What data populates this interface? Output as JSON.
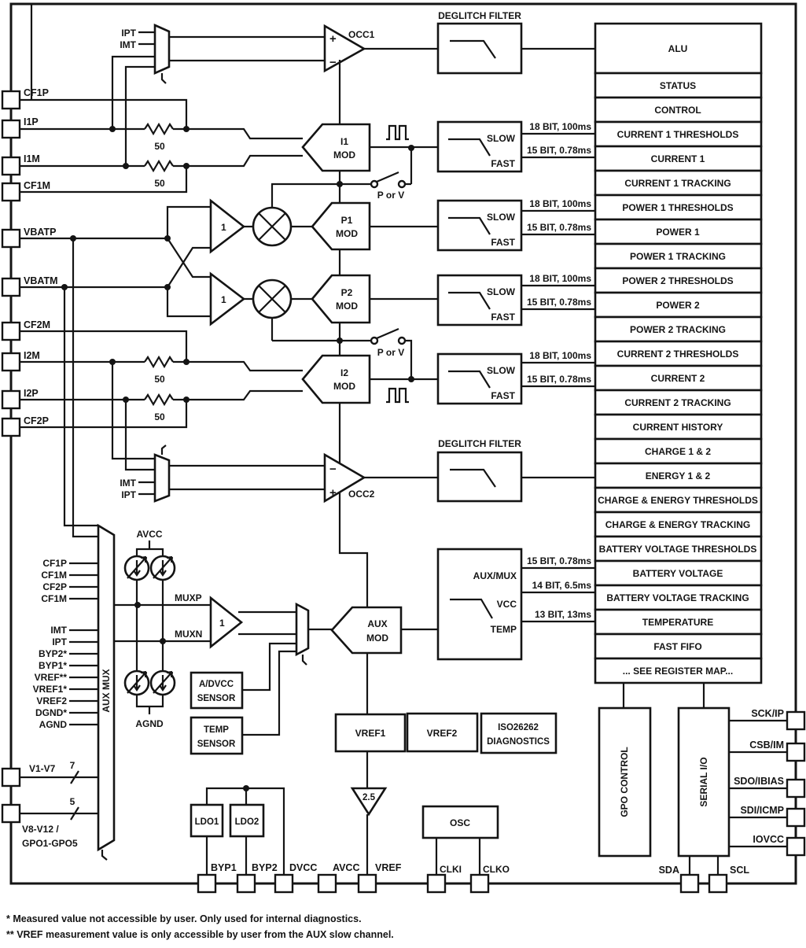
{
  "pins": {
    "left": [
      "CF1P",
      "I1P",
      "I1M",
      "CF1M",
      "VBATP",
      "VBATM",
      "CF2M",
      "I2M",
      "I2P",
      "CF2P"
    ],
    "v1": {
      "label": "V1-V7",
      "width": "7"
    },
    "v2": {
      "label": "V8-V12 /",
      "label2": "GPO1-GPO5",
      "width": "5"
    },
    "bottom": [
      "BYP1",
      "BYP2",
      "DVCC",
      "AVCC",
      "VREF",
      "CLKI",
      "CLKO",
      "SDA",
      "SCL"
    ],
    "right": [
      "SCK/IP",
      "CSB/IM",
      "SDO/IBIAS",
      "SDI/ICMP",
      "IOVCC"
    ]
  },
  "cmp": {
    "occ1": "OCC1",
    "occ2": "OCC2",
    "plus": "+",
    "minus": "−"
  },
  "mux": {
    "ipt": "IPT",
    "imt": "IMT",
    "aux": "AUX MUX"
  },
  "mods": {
    "i1": {
      "l1": "I1",
      "l2": "MOD"
    },
    "p1": {
      "l1": "P1",
      "l2": "MOD"
    },
    "p2": {
      "l1": "P2",
      "l2": "MOD"
    },
    "i2": {
      "l1": "I2",
      "l2": "MOD"
    },
    "aux": {
      "l1": "AUX",
      "l2": "MOD"
    }
  },
  "r50": "50",
  "gain": "1",
  "sw": "P or V",
  "deglitch": "DEGLITCH FILTER",
  "flt": {
    "slow": "SLOW",
    "fast": "FAST",
    "sr": "18 BIT, 100ms",
    "fr": "15 BIT, 0.78ms"
  },
  "aux_flt": {
    "p0": "AUX/MUX",
    "p1": "VCC",
    "p2": "TEMP",
    "r0": "15 BIT, 0.78ms",
    "r1": "14 BIT, 6.5ms",
    "r2": "13 BIT, 13ms"
  },
  "regs": [
    "ALU",
    "STATUS",
    "CONTROL",
    "CURRENT 1 THRESHOLDS",
    "CURRENT 1",
    "CURRENT 1 TRACKING",
    "POWER 1 THRESHOLDS",
    "POWER 1",
    "POWER 1 TRACKING",
    "POWER 2 THRESHOLDS",
    "POWER 2",
    "POWER 2 TRACKING",
    "CURRENT 2 THRESHOLDS",
    "CURRENT 2",
    "CURRENT 2 TRACKING",
    "CURRENT HISTORY",
    "CHARGE 1 & 2",
    "ENERGY 1 & 2",
    "CHARGE & ENERGY THRESHOLDS",
    "CHARGE & ENERGY TRACKING",
    "BATTERY VOLTAGE THRESHOLDS",
    "BATTERY VOLTAGE",
    "BATTERY VOLTAGE TRACKING",
    "TEMPERATURE",
    "FAST FIFO",
    "... SEE REGISTER MAP..."
  ],
  "amux": [
    "CF1P",
    "CF1M",
    "CF2P",
    "CF1M",
    "IMT",
    "IPT",
    "BYP2*",
    "BYP1*",
    "VREF**",
    "VREF1*",
    "VREF2",
    "DGND*",
    "AGND"
  ],
  "sup": {
    "avcc": "AVCC",
    "agnd": "AGND"
  },
  "mo": {
    "muxp": "MUXP",
    "muxn": "MUXN"
  },
  "sens": {
    "a1": "A/DVCC",
    "a2": "SENSOR",
    "t1": "TEMP",
    "t2": "SENSOR"
  },
  "blk": {
    "vref1": "VREF1",
    "vref2": "VREF2",
    "iso1": "ISO26262",
    "iso2": "DIAGNOSTICS",
    "buf": "2.5",
    "osc": "OSC",
    "ldo1": "LDO1",
    "ldo2": "LDO2",
    "gpo": "GPO CONTROL",
    "serial": "SERIAL I/O"
  },
  "fn": [
    "* Measured value not accessible by user. Only used for internal diagnostics.",
    "** VREF measurement value is only accessible by user from the AUX slow channel."
  ],
  "colors": {
    "ink": "#141414",
    "bg": "#ffffff"
  }
}
